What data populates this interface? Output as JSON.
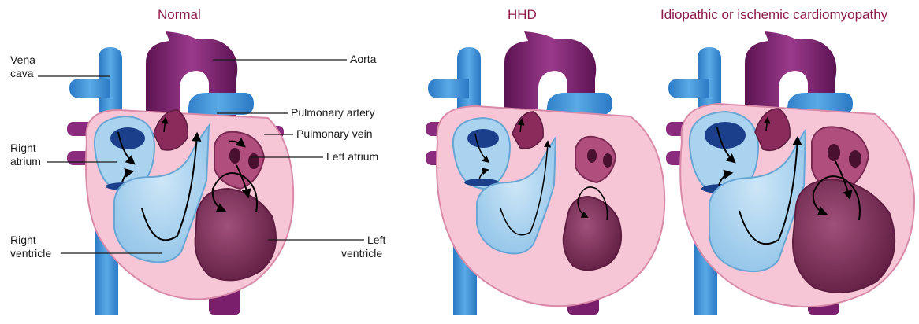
{
  "panels": [
    {
      "title": "Normal"
    },
    {
      "title": "HHD"
    },
    {
      "title": "Idiopathic or ischemic cardiomyopathy"
    }
  ],
  "labels": {
    "vena_cava_1": "Vena",
    "vena_cava_2": "cava",
    "aorta": "Aorta",
    "pulmonary_artery": "Pulmonary artery",
    "pulmonary_vein": "Pulmonary vein",
    "right_atrium_1": "Right",
    "right_atrium_2": "atrium",
    "left_atrium": "Left atrium",
    "right_ventricle_1": "Right",
    "right_ventricle_2": "ventricle",
    "left_ventricle_1": "Left",
    "left_ventricle_2": "ventricle"
  },
  "colors": {
    "title": "#8b1a4c",
    "vessel_blue": "#3a8fd6",
    "vessel_blue_dark": "#1f6fb8",
    "chamber_blue": "#a9d3ef",
    "aorta_purple": "#7a1f6b",
    "wall_pink": "#f6c6d6",
    "left_ventricle": "#7a2a52",
    "valve_navy": "#1b3f8a"
  }
}
